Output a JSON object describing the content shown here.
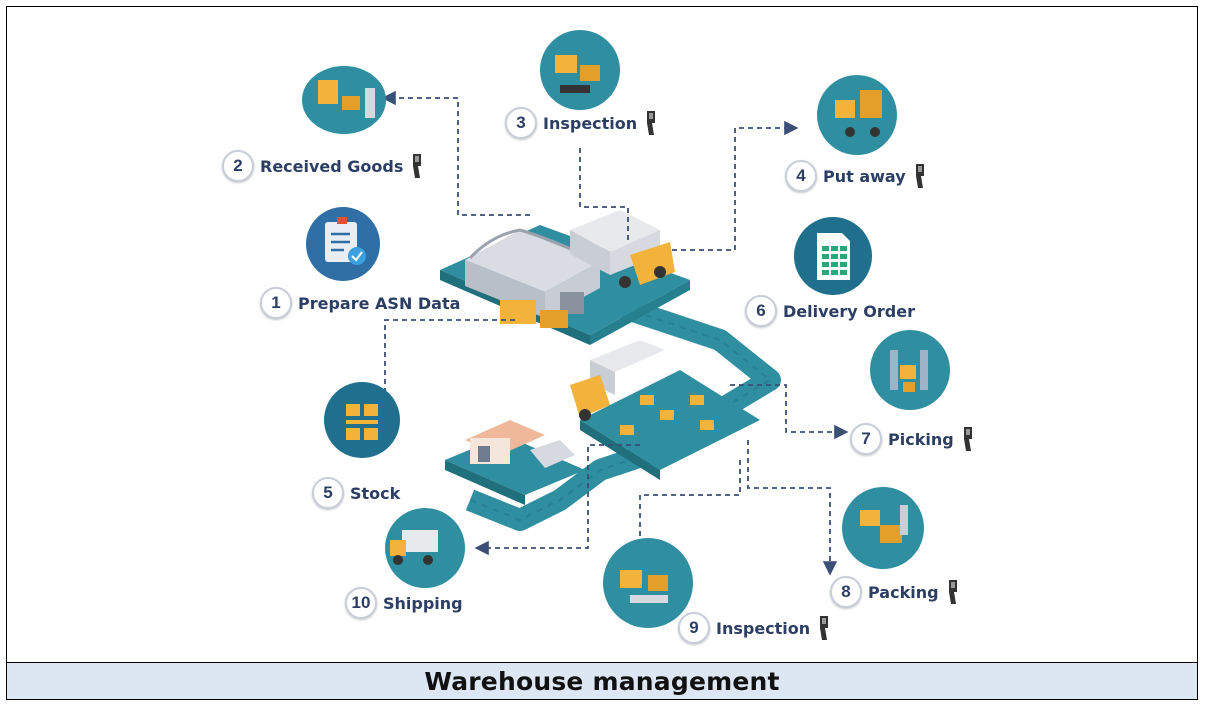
{
  "caption": "Warehouse management",
  "steps": [
    {
      "num": "1",
      "label": "Prepare ASN Data"
    },
    {
      "num": "2",
      "label": "Received Goods"
    },
    {
      "num": "3",
      "label": "Inspection"
    },
    {
      "num": "4",
      "label": "Put away"
    },
    {
      "num": "5",
      "label": "Stock"
    },
    {
      "num": "6",
      "label": "Delivery Order"
    },
    {
      "num": "7",
      "label": "Picking"
    },
    {
      "num": "8",
      "label": "Packing"
    },
    {
      "num": "9",
      "label": "Inspection"
    },
    {
      "num": "10",
      "label": "Shipping"
    }
  ],
  "colors": {
    "label_text": "#2c3e64",
    "teal": "#2f8fa0",
    "teal_dark": "#1f6f7d",
    "orange": "#f3b23a",
    "arrow": "#3b4f77",
    "caption_bg": "#dde7f4"
  }
}
